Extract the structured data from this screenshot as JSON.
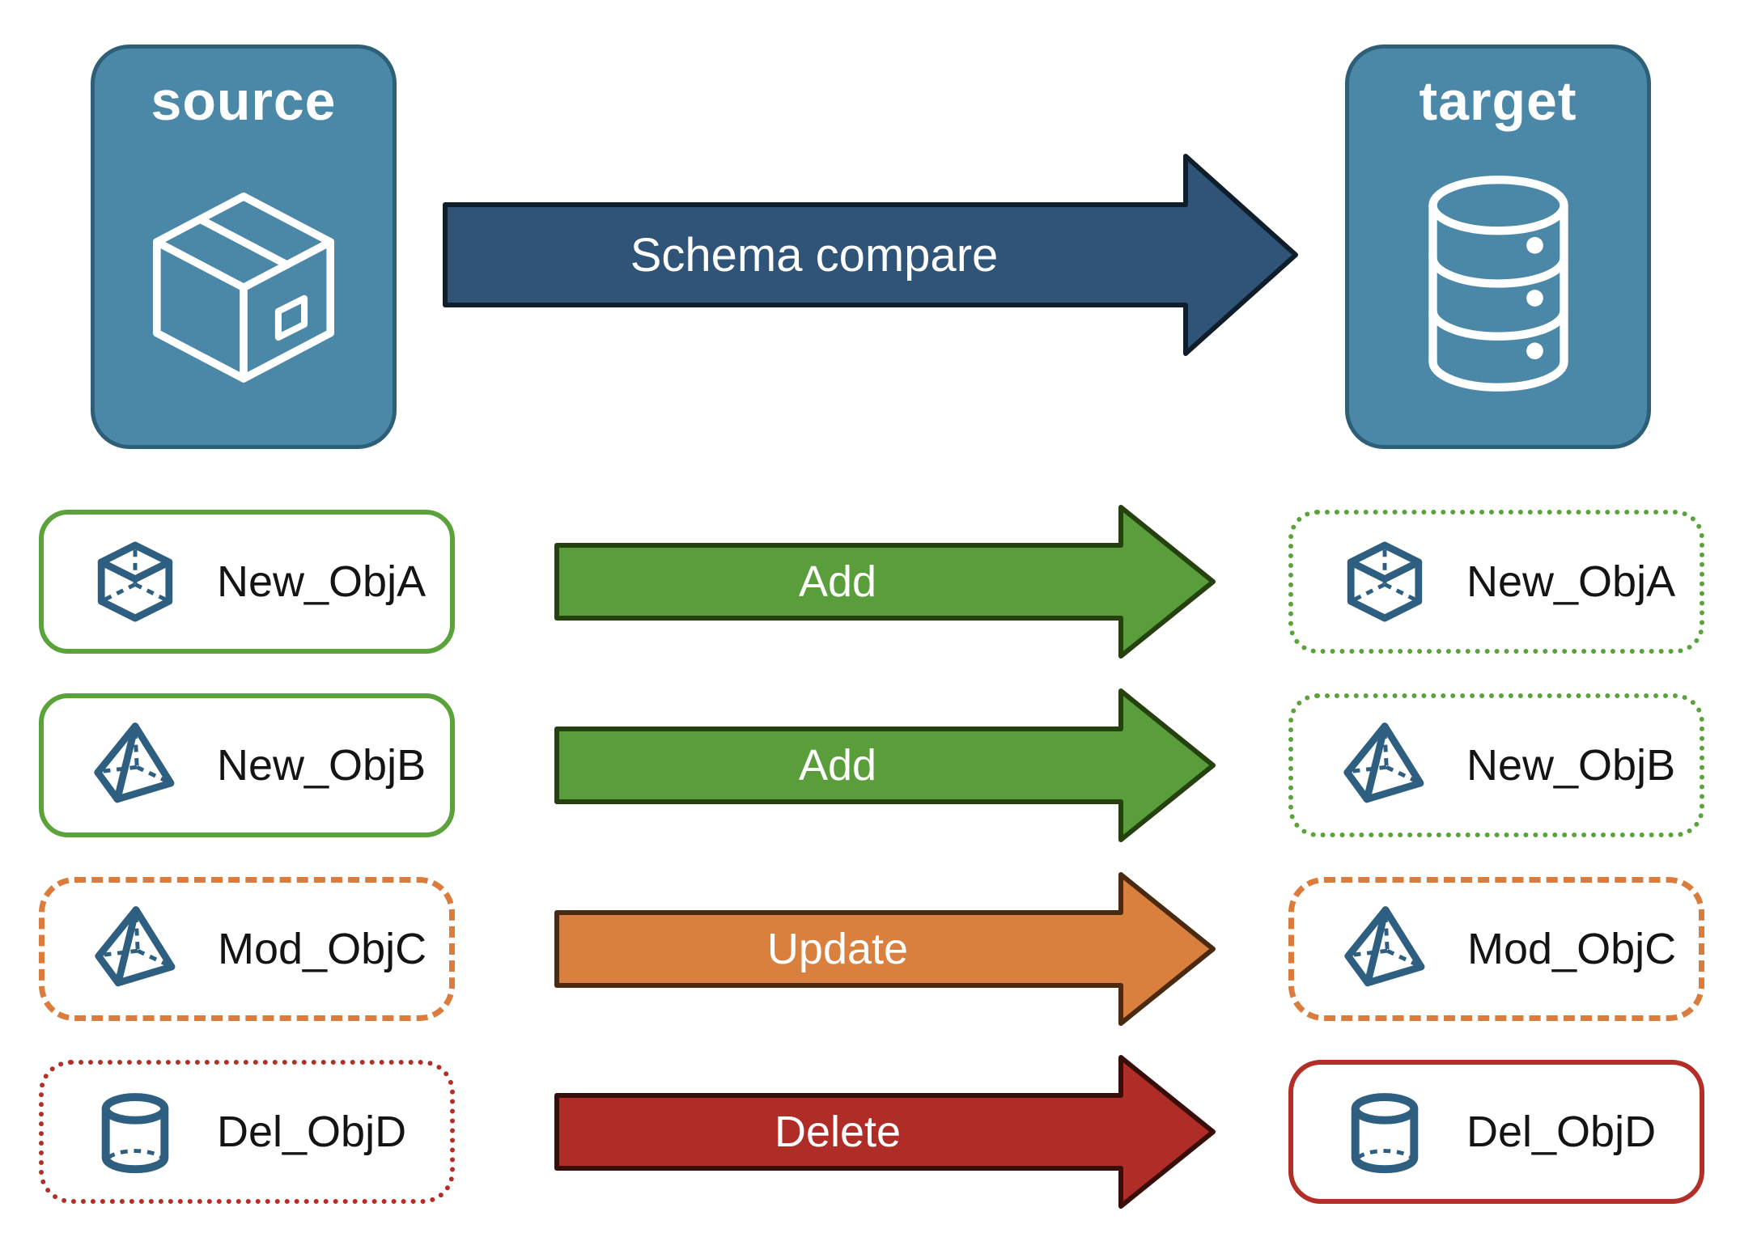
{
  "nodes": {
    "source": {
      "label": "source",
      "icon": "package-icon"
    },
    "target": {
      "label": "target",
      "icon": "database-icon"
    }
  },
  "compare_arrow": {
    "label": "Schema compare"
  },
  "rows": [
    {
      "object": "New_ObjA",
      "icon": "cube-icon",
      "action": "Add",
      "source_border": "solid-green",
      "target_border": "dotted-green"
    },
    {
      "object": "New_ObjB",
      "icon": "pyramid-icon",
      "action": "Add",
      "source_border": "solid-green",
      "target_border": "dotted-green"
    },
    {
      "object": "Mod_ObjC",
      "icon": "pyramid-icon",
      "action": "Update",
      "source_border": "dashed-orange",
      "target_border": "dashed-orange"
    },
    {
      "object": "Del_ObjD",
      "icon": "cylinder-icon",
      "action": "Delete",
      "source_border": "dotted-red",
      "target_border": "solid-red"
    }
  ],
  "colors": {
    "node_fill": "#4B88A7",
    "node_border": "#2E5F78",
    "compare_arrow_fill": "#2F5477",
    "compare_arrow_outline": "#101E2C",
    "add_arrow_fill": "#5A9E3B",
    "add_arrow_outline": "#25410F",
    "update_arrow_fill": "#D9803F",
    "update_arrow_outline": "#4A2A10",
    "delete_arrow_fill": "#B02D27",
    "delete_arrow_outline": "#380E0B",
    "green_border": "#5AA33B",
    "orange_border": "#DB7B3C",
    "red_border": "#B42E28",
    "object_icon_blue": "#2E5F80",
    "label_text": "#141414",
    "node_text": "#ffffff"
  }
}
